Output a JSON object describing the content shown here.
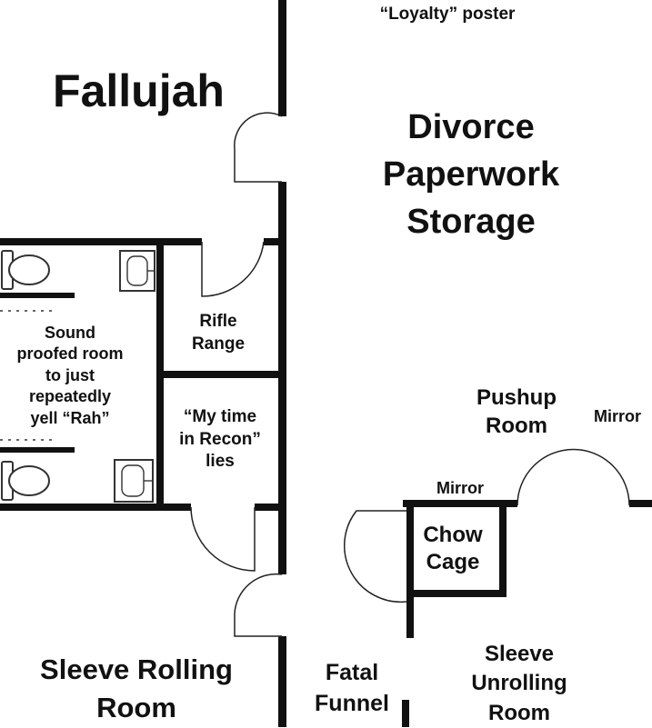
{
  "floor_plan": {
    "labels": {
      "loyalty_poster": "“Loyalty” poster",
      "fallujah": "Fallujah",
      "divorce_paperwork_storage": "Divorce\nPaperwork\nStorage",
      "sound_proofed_room": "Sound\nproofed room\nto just\nrepeatedly\nyell “Rah”",
      "rifle_range": "Rifle\nRange",
      "my_time_in_recon": "“My time\nin Recon”\nlies",
      "pushup_room": "Pushup\nRoom",
      "mirror_right": "Mirror",
      "mirror_center": "Mirror",
      "chow_cage": "Chow\nCage",
      "sleeve_rolling_room": "Sleeve Rolling\nRoom",
      "fatal_funnel": "Fatal\nFunnel",
      "sleeve_unrolling_room": "Sleeve\nUnrolling\nRoom"
    },
    "colors": {
      "wall": "#111111",
      "background": "#ffffff"
    },
    "fixtures": [
      "toilet-icon",
      "sink-icon"
    ]
  }
}
